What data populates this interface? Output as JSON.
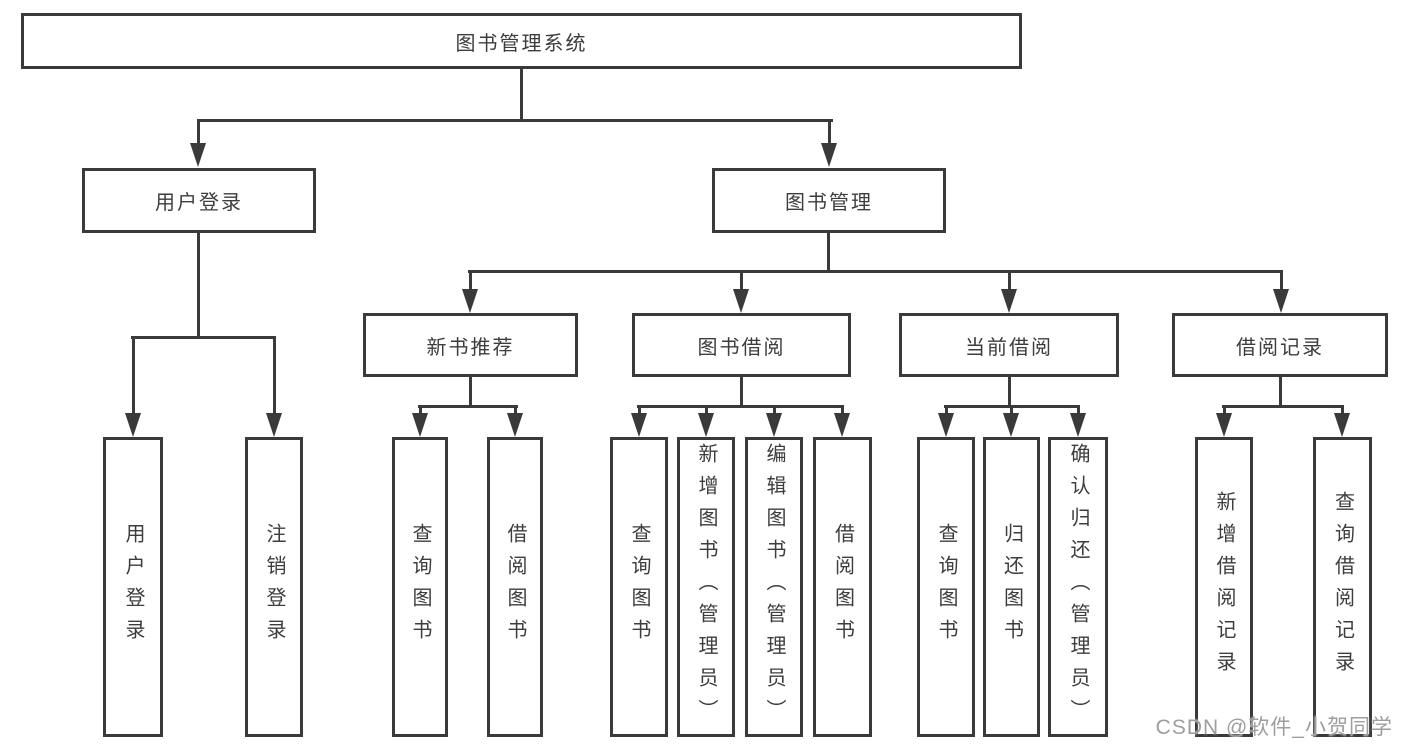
{
  "colors": {
    "line": "#3a3a3a",
    "text": "#3d3d3d",
    "canvas": "#ffffff",
    "watermark": "#9e9e9e"
  },
  "watermark": "CSDN @软件_小贺同学",
  "tree": {
    "label": "图书管理系统",
    "children": [
      {
        "label": "用户登录",
        "children": [
          {
            "label": "用户登录"
          },
          {
            "label": "注销登录"
          }
        ]
      },
      {
        "label": "图书管理",
        "children": [
          {
            "label": "新书推荐",
            "children": [
              {
                "label": "查询图书"
              },
              {
                "label": "借阅图书"
              }
            ]
          },
          {
            "label": "图书借阅",
            "children": [
              {
                "label": "查询图书"
              },
              {
                "label": "新增图书（管理员）"
              },
              {
                "label": "编辑图书（管理员）"
              },
              {
                "label": "借阅图书"
              }
            ]
          },
          {
            "label": "当前借阅",
            "children": [
              {
                "label": "查询图书"
              },
              {
                "label": "归还图书"
              },
              {
                "label": "确认归还（管理员）"
              }
            ]
          },
          {
            "label": "借阅记录",
            "children": [
              {
                "label": "新增借阅记录"
              },
              {
                "label": "查询借阅记录"
              }
            ]
          }
        ]
      }
    ]
  }
}
